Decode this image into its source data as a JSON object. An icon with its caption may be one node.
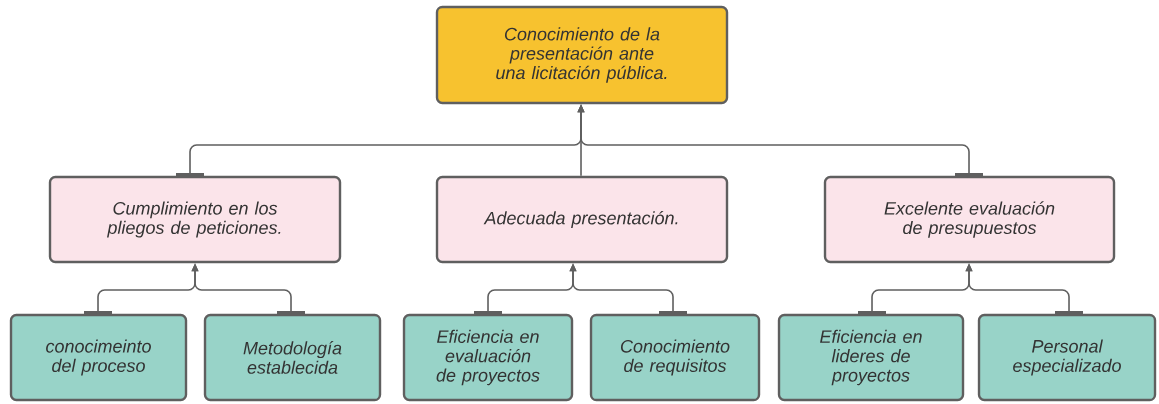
{
  "diagram": {
    "nodes": [
      {
        "text": [
          "Conocimiento de la presentación ante una licitación pública."
        ]
      },
      {
        "text": [
          "Cumplimiento en los pliegos de peticiones."
        ]
      },
      {
        "text": [
          "Adecuada presentación."
        ]
      },
      {
        "text": [
          "Excelente evaluación de presupuestos"
        ]
      },
      {
        "text": [
          "conocimeinto del proceso"
        ]
      },
      {
        "text": [
          "Metodología establecida"
        ]
      },
      {
        "text": [
          "Eficiencia en evaluación de proyectos"
        ]
      },
      {
        "text": [
          "Conocimiento de requisitos"
        ]
      },
      {
        "text": [
          "Eficiencia en lideres de proyectos"
        ]
      },
      {
        "text": [
          "Personal especializado"
        ]
      }
    ],
    "edges": [
      {
        "from": 1,
        "to": 0,
        "arrow": "to"
      },
      {
        "from": 2,
        "to": 0,
        "arrow": "to"
      },
      {
        "from": 3,
        "to": 0,
        "arrow": "to"
      },
      {
        "from": 4,
        "to": 1,
        "arrow": "to"
      },
      {
        "from": 5,
        "to": 1,
        "arrow": "to"
      },
      {
        "from": 6,
        "to": 2,
        "arrow": "to"
      },
      {
        "from": 7,
        "to": 2,
        "arrow": "to"
      },
      {
        "from": 8,
        "to": 3,
        "arrow": "to"
      },
      {
        "from": 9,
        "to": 3,
        "arrow": "to"
      }
    ]
  }
}
